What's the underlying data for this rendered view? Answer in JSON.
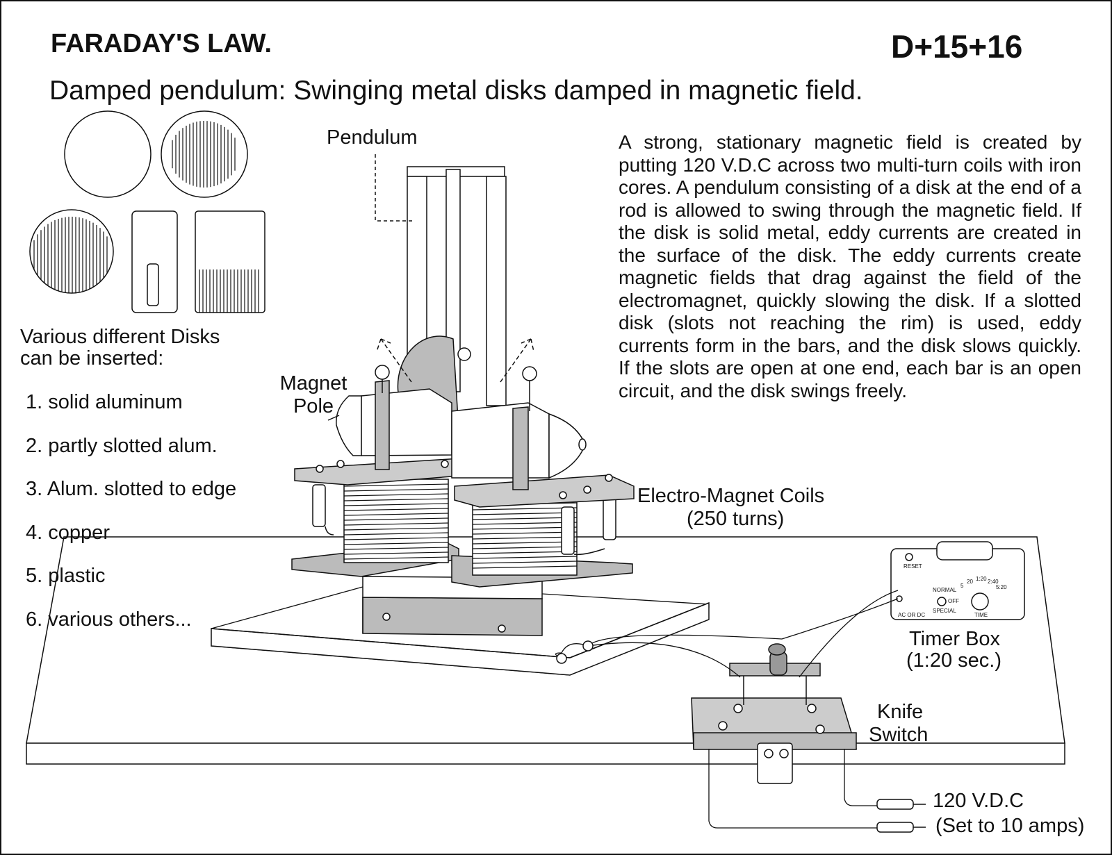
{
  "header": {
    "title": "FARADAY'S LAW.",
    "code": "D+15+16",
    "subtitle": "Damped pendulum: Swinging metal disks damped in magnetic field."
  },
  "labels": {
    "pendulum": "Pendulum",
    "magnet_pole_line1": "Magnet",
    "magnet_pole_line2": "Pole",
    "coils_line1": "Electro-Magnet Coils",
    "coils_line2": "(250 turns)",
    "timer_line1": "Timer Box",
    "timer_line2": "(1:20 sec.)",
    "knife_line1": "Knife",
    "knife_line2": "Switch",
    "power_line1": "120 V.D.C",
    "power_line2": "(Set to 10 amps)"
  },
  "disks": {
    "heading_line1": "Various different Disks",
    "heading_line2": "can be inserted:",
    "items": [
      " 1. solid aluminum",
      " 2. partly slotted alum.",
      " 3. Alum. slotted to edge",
      " 4. copper",
      " 5. plastic",
      " 6. various others..."
    ]
  },
  "description": "A strong, stationary magnetic field is created by putting 120 V.D.C across two multi-turn coils with iron cores.  A pendulum consisting of a disk at the end of a rod is allowed to swing through the magnetic field.  If the disk is solid metal, eddy currents are created in the surface of the disk.  The eddy currents create magnetic fields that drag against the field of the electromagnet, quickly slowing the disk. If a slotted disk (slots not reaching the rim) is used, eddy currents form in the bars, and the disk slows quickly.  If the slots are open at one end, each bar is an open  circuit, and the disk swings freely.",
  "timer_box": {
    "reset": "RESET",
    "normal": "NORMAL",
    "off": "OFF",
    "special": "SPECIAL",
    "ac_or_dc": "AC OR DC",
    "time": "TIME",
    "dial_marks": [
      "5",
      "20",
      "1:20",
      "2:40",
      "5:20"
    ]
  }
}
